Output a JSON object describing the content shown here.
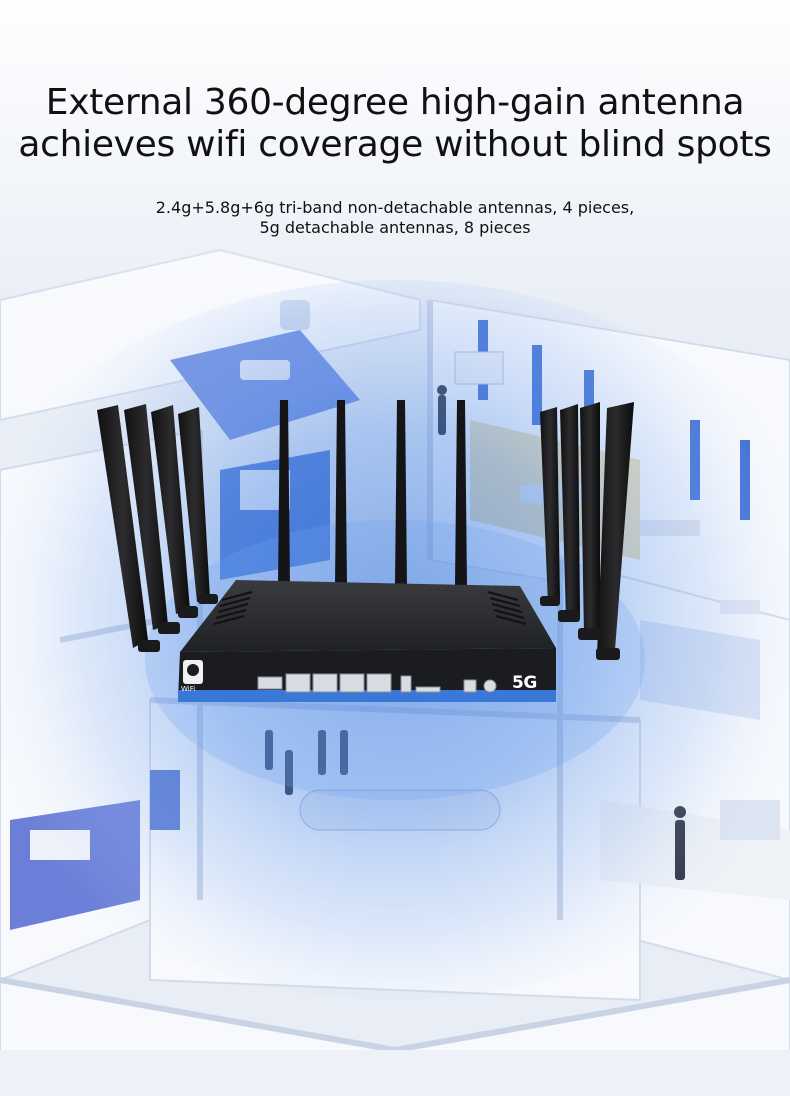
{
  "headline": {
    "line1": "External 360-degree high-gain antenna",
    "line2": "achieves wifi coverage without blind spots"
  },
  "subline": {
    "line1": "2.4g+5.8g+6g tri-band non-detachable antennas, 4 pieces,",
    "line2": "5g detachable antennas, 8 pieces"
  },
  "router": {
    "badge": "5G",
    "logo_text": "WiFi"
  },
  "colors": {
    "coverage_blue": "#5b95e6",
    "floor_white": "#f4f6fb",
    "accent_blue": "#3b62c8",
    "router_body": "#2a2b2e"
  }
}
